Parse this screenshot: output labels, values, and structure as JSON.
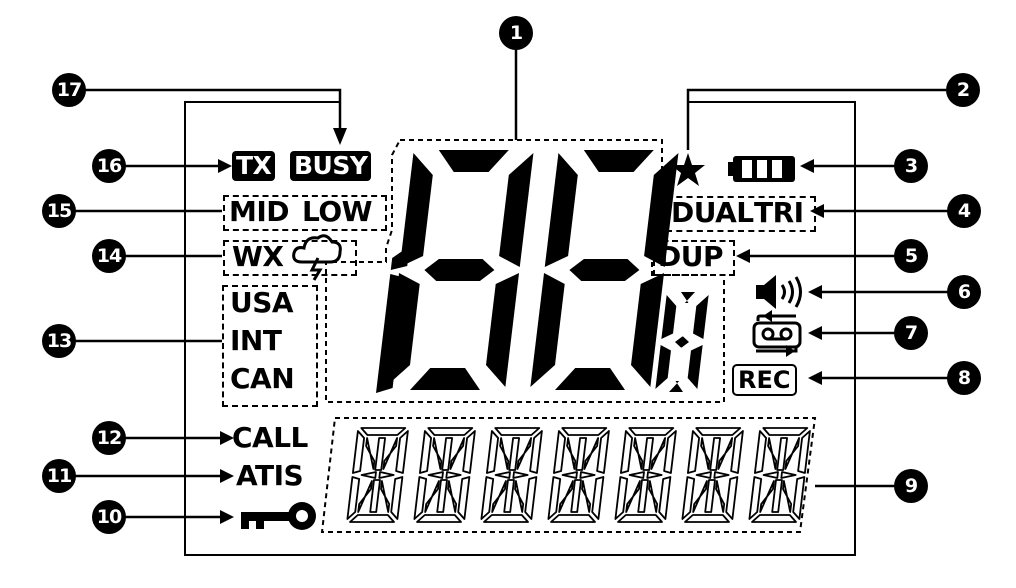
{
  "callouts": [
    "1",
    "2",
    "3",
    "4",
    "5",
    "6",
    "7",
    "8",
    "9",
    "10",
    "11",
    "12",
    "13",
    "14",
    "15",
    "16",
    "17"
  ],
  "labels": {
    "tx": "TX",
    "busy": "BUSY",
    "mid": "MID",
    "low": "LOW",
    "wx": "WX",
    "usa": "USA",
    "int": "INT",
    "can": "CAN",
    "call": "CALL",
    "atis": "ATIS",
    "dual": "DUAL",
    "tri": "TRI",
    "dup": "DUP",
    "rec": "REC"
  },
  "icons": {
    "favorite": "star-icon",
    "battery": "battery-icon",
    "weather_alert": "storm-cloud-icon",
    "speaker": "speaker-icon",
    "voice_record": "cassette-loop-icon",
    "key_lock": "key-icon"
  },
  "channel_digits": {
    "count": 3,
    "suffix_segment": "small-digit"
  },
  "alphanumeric_display": {
    "characters": 7
  }
}
